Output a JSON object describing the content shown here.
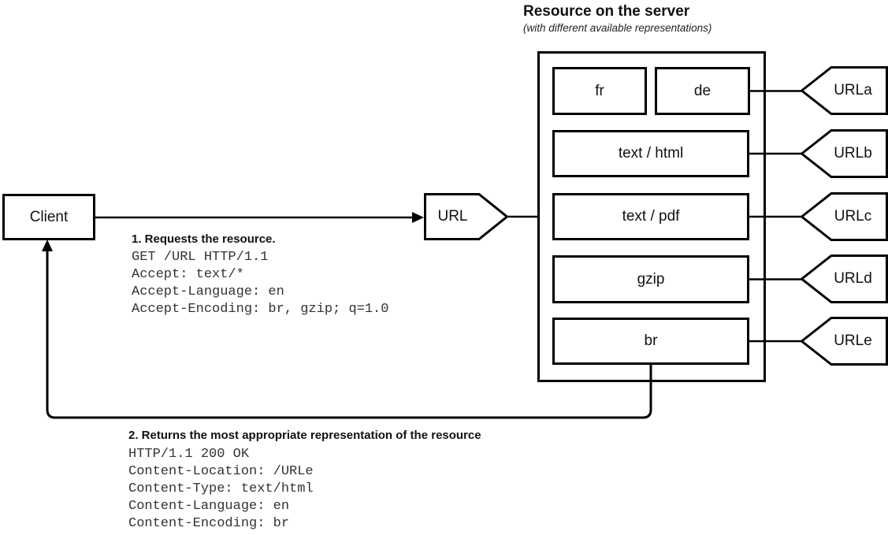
{
  "title": "Resource on the server",
  "subtitle": "(with different available representations)",
  "client": {
    "label": "Client"
  },
  "url_tag": {
    "label": "URL"
  },
  "server": {
    "representations": [
      {
        "label": "fr"
      },
      {
        "label": "de"
      },
      {
        "label": "text / html"
      },
      {
        "label": "text / pdf"
      },
      {
        "label": "gzip"
      },
      {
        "label": "br"
      }
    ]
  },
  "url_variants": [
    {
      "label": "URLa"
    },
    {
      "label": "URLb"
    },
    {
      "label": "URLc"
    },
    {
      "label": "URLd"
    },
    {
      "label": "URLe"
    }
  ],
  "request": {
    "step_label": "1. Requests the resource.",
    "lines": [
      "GET /URL HTTP/1.1",
      "Accept: text/*",
      "Accept-Language: en",
      "Accept-Encoding: br, gzip; q=1.0"
    ]
  },
  "response": {
    "step_label": "2. Returns the most appropriate representation of the resource",
    "lines": [
      "HTTP/1.1 200 OK",
      "Content-Location: /URLe",
      "Content-Type: text/html",
      "Content-Language: en",
      "Content-Encoding: br"
    ]
  },
  "colors": {
    "stroke": "#000000",
    "background": "#ffffff",
    "code_text": "#333333"
  }
}
